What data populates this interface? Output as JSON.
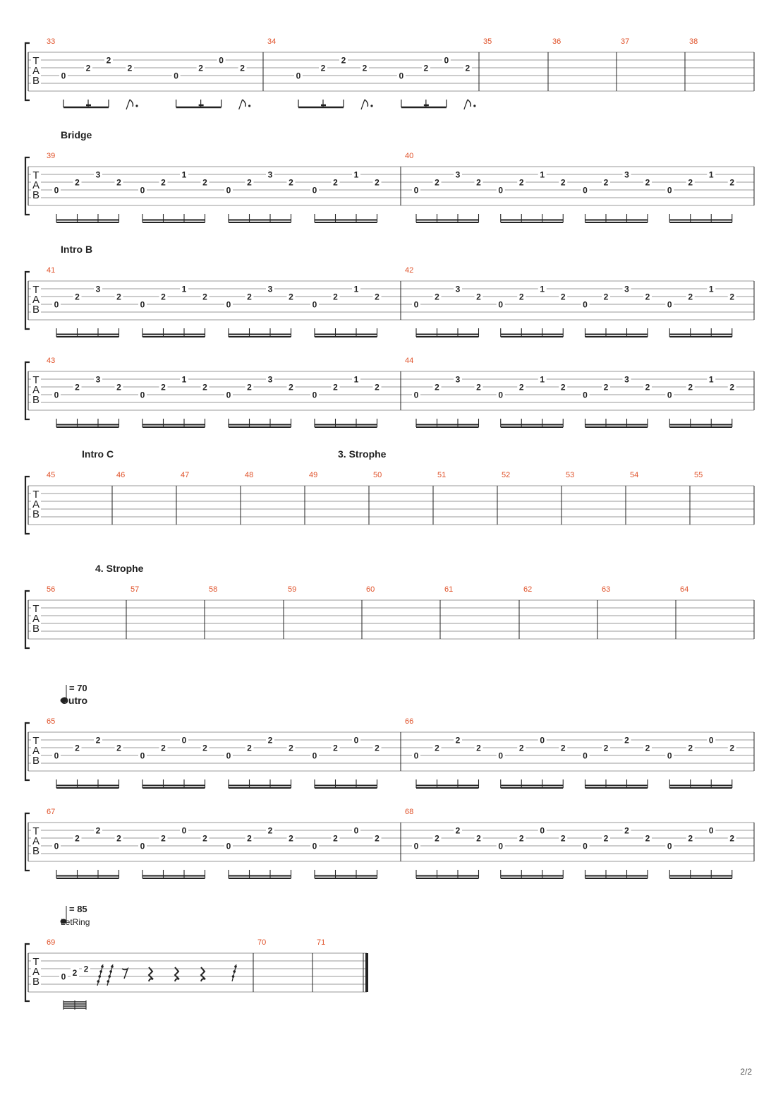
{
  "page": {
    "page_number": "2/2"
  },
  "colors": {
    "measure_number": "#e0522a",
    "staff_line": "#9a9a9a",
    "ink": "#222222"
  },
  "systems": [
    {
      "measures": [
        {
          "number": "33",
          "pattern": "A"
        },
        {
          "number": "34",
          "pattern": "A"
        },
        {
          "number": "35",
          "pattern": "empty"
        },
        {
          "number": "36",
          "pattern": "empty"
        },
        {
          "number": "37",
          "pattern": "empty"
        },
        {
          "number": "38",
          "pattern": "empty"
        }
      ]
    },
    {
      "section": "Bridge",
      "measures": [
        {
          "number": "39",
          "pattern": "B"
        },
        {
          "number": "40",
          "pattern": "B"
        }
      ]
    },
    {
      "section": "Intro B",
      "measures": [
        {
          "number": "41",
          "pattern": "B"
        },
        {
          "number": "42",
          "pattern": "B"
        }
      ]
    },
    {
      "measures": [
        {
          "number": "43",
          "pattern": "B"
        },
        {
          "number": "44",
          "pattern": "B"
        }
      ]
    },
    {
      "sections_inline": [
        {
          "text": "Intro C",
          "at_measure": 0
        },
        {
          "text": "3. Strophe",
          "at_measure": 5
        }
      ],
      "measures": [
        {
          "number": "45",
          "pattern": "empty"
        },
        {
          "number": "46",
          "pattern": "empty"
        },
        {
          "number": "47",
          "pattern": "empty"
        },
        {
          "number": "48",
          "pattern": "empty"
        },
        {
          "number": "49",
          "pattern": "empty"
        },
        {
          "number": "50",
          "pattern": "empty"
        },
        {
          "number": "51",
          "pattern": "empty"
        },
        {
          "number": "52",
          "pattern": "empty"
        },
        {
          "number": "53",
          "pattern": "empty"
        },
        {
          "number": "54",
          "pattern": "empty"
        },
        {
          "number": "55",
          "pattern": "empty"
        }
      ]
    },
    {
      "sections_inline": [
        {
          "text": "4. Strophe",
          "at_measure": 1
        }
      ],
      "measures": [
        {
          "number": "56",
          "pattern": "empty"
        },
        {
          "number": "57",
          "pattern": "empty"
        },
        {
          "number": "58",
          "pattern": "empty"
        },
        {
          "number": "59",
          "pattern": "empty"
        },
        {
          "number": "60",
          "pattern": "empty"
        },
        {
          "number": "61",
          "pattern": "empty"
        },
        {
          "number": "62",
          "pattern": "empty"
        },
        {
          "number": "63",
          "pattern": "empty"
        },
        {
          "number": "64",
          "pattern": "empty"
        }
      ]
    },
    {
      "tempo": "= 70",
      "section": "Outro",
      "measures": [
        {
          "number": "65",
          "pattern": "C"
        },
        {
          "number": "66",
          "pattern": "C"
        }
      ]
    },
    {
      "measures": [
        {
          "number": "67",
          "pattern": "C"
        },
        {
          "number": "68",
          "pattern": "C"
        }
      ]
    },
    {
      "tempo": "= 85",
      "section": "LetRing",
      "final": true,
      "measures": [
        {
          "number": "69",
          "pattern": "D"
        },
        {
          "number": "70",
          "pattern": "empty"
        },
        {
          "number": "71",
          "pattern": "empty"
        }
      ]
    }
  ],
  "patterns": {
    "A": [
      {
        "string": 3,
        "fret": "0"
      },
      {
        "string": 2,
        "fret": "2"
      },
      {
        "string": 1,
        "fret": "2"
      },
      {
        "string": 2,
        "fret": "2"
      },
      {
        "string": 3,
        "fret": "0"
      },
      {
        "string": 2,
        "fret": "2"
      },
      {
        "string": 1,
        "fret": "0"
      },
      {
        "string": 2,
        "fret": "2"
      }
    ],
    "B": [
      {
        "string": 3,
        "fret": "0"
      },
      {
        "string": 2,
        "fret": "2"
      },
      {
        "string": 1,
        "fret": "3"
      },
      {
        "string": 2,
        "fret": "2"
      },
      {
        "string": 3,
        "fret": "0"
      },
      {
        "string": 2,
        "fret": "2"
      },
      {
        "string": 1,
        "fret": "1"
      },
      {
        "string": 2,
        "fret": "2"
      },
      {
        "string": 3,
        "fret": "0"
      },
      {
        "string": 2,
        "fret": "2"
      },
      {
        "string": 1,
        "fret": "3"
      },
      {
        "string": 2,
        "fret": "2"
      },
      {
        "string": 3,
        "fret": "0"
      },
      {
        "string": 2,
        "fret": "2"
      },
      {
        "string": 1,
        "fret": "1"
      },
      {
        "string": 2,
        "fret": "2"
      }
    ],
    "C": [
      {
        "string": 3,
        "fret": "0"
      },
      {
        "string": 2,
        "fret": "2"
      },
      {
        "string": 1,
        "fret": "2"
      },
      {
        "string": 2,
        "fret": "2"
      },
      {
        "string": 3,
        "fret": "0"
      },
      {
        "string": 2,
        "fret": "2"
      },
      {
        "string": 1,
        "fret": "0"
      },
      {
        "string": 2,
        "fret": "2"
      },
      {
        "string": 3,
        "fret": "0"
      },
      {
        "string": 2,
        "fret": "2"
      },
      {
        "string": 1,
        "fret": "2"
      },
      {
        "string": 2,
        "fret": "2"
      },
      {
        "string": 3,
        "fret": "0"
      },
      {
        "string": 2,
        "fret": "2"
      },
      {
        "string": 1,
        "fret": "0"
      },
      {
        "string": 2,
        "fret": "2"
      }
    ],
    "D": [
      {
        "string": 3,
        "fret": "0"
      },
      {
        "string": 2.5,
        "fret": "2"
      },
      {
        "string": 2,
        "fret": "2"
      }
    ]
  },
  "tab_letters": [
    "T",
    "A",
    "B"
  ]
}
